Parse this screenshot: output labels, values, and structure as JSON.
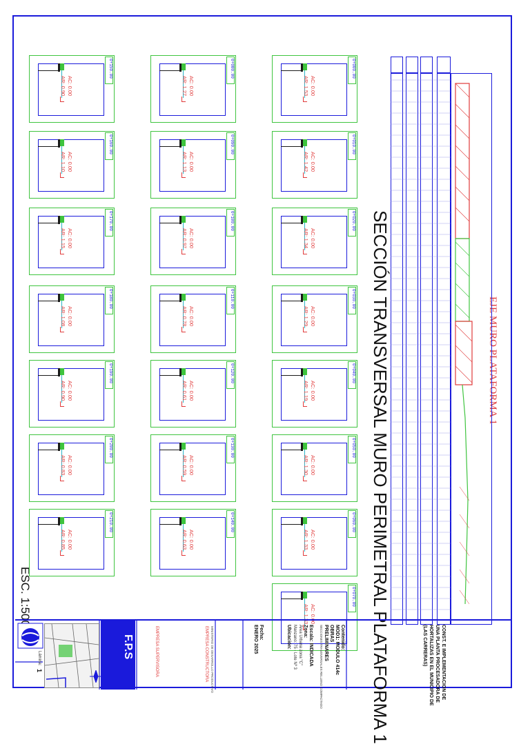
{
  "title": "SECCIÓN TRANSVERSAL MURO PERIMETRAL PLATAFORMA 1",
  "eje_label": "EJE MURO PLATAFORMA 1",
  "scale_label": "ESC. 1:500",
  "colors": {
    "frame": "#1a1adb",
    "cell_border": "#3ec43e",
    "annotation": "#e03a3a",
    "fill": "#3ec43e",
    "cut_hatch": "#e03a3a"
  },
  "sections": [
    {
      "id": "0+000.00",
      "ac": "AC: 0.00",
      "ar": "AR: 1.53"
    },
    {
      "id": "0+010.00",
      "ac": "AC: 0.00",
      "ar": "AR: 1.42"
    },
    {
      "id": "0+020.00",
      "ac": "AC: 0.00",
      "ar": "AR: 1.34"
    },
    {
      "id": "0+030.00",
      "ac": "AC: 0.00",
      "ar": "AR: 1.29"
    },
    {
      "id": "0+040.00",
      "ac": "AC: 0.00",
      "ar": "AR: 1.19"
    },
    {
      "id": "0+050.00",
      "ac": "AC: 0.00",
      "ar": "AR: 1.30"
    },
    {
      "id": "0+060.00",
      "ac": "AC: 0.00",
      "ar": "AR: 1.33"
    },
    {
      "id": "0+070.00",
      "ac": "AC: 0.00",
      "ar": "AR: 1.33"
    },
    {
      "id": "0+080.00",
      "ac": "AC: 0.00",
      "ar": "AR: 1.27"
    },
    {
      "id": "0+090.00",
      "ac": "AC: 0.00",
      "ar": "AR: 1.13"
    },
    {
      "id": "0+100.00",
      "ac": "AC: 0.00",
      "ar": "AR: 0.97"
    },
    {
      "id": "0+110.00",
      "ac": "AC: 0.00",
      "ar": "AR: 0.78"
    },
    {
      "id": "0+120.00",
      "ac": "AC: 0.00",
      "ar": "AR: 0.61"
    },
    {
      "id": "0+130.00",
      "ac": "AC: 0.00",
      "ar": "AR: 0.59"
    },
    {
      "id": "0+140.00",
      "ac": "AC: 0.00",
      "ar": "AR: 0.63"
    },
    {
      "id": "0+150.00",
      "ac": "AC: 0.00",
      "ar": "AR: 0.90"
    },
    {
      "id": "0+160.00",
      "ac": "AC: 0.00",
      "ar": "AR: 1.10"
    },
    {
      "id": "0+170.00",
      "ac": "AC: 0.00",
      "ar": "AR: 1.15"
    },
    {
      "id": "0+180.00",
      "ac": "AC: 0.00",
      "ar": "AR: 1.08"
    },
    {
      "id": "0+190.00",
      "ac": "AC: 0.00",
      "ar": "AR: 0.90"
    },
    {
      "id": "0+200.00",
      "ac": "AC: 0.00",
      "ar": "AR: 0.83"
    },
    {
      "id": "0+210.00",
      "ac": "AC: 0.00",
      "ar": "AR: 0.85"
    }
  ],
  "title_block": {
    "project_lines": [
      "CONST. E IMPLEMENTACION DE",
      "UNA PLANTA PROCESADORA DE",
      "HORTALIZAS EN EL MUNICIPIO DE",
      "(LAS CARRERAS)"
    ],
    "contenido_label": "Contenido:",
    "contenido_value": "MOD1: MODULO 414c",
    "obras_label": "OBRAS",
    "obras_value": "PRELIMINARES",
    "obras_note": "SECCIONES TRANSVERSALES RELLENO COMPACTADO",
    "escala_label": "Escala: INDICADA",
    "zona_label": "Zona:",
    "zona_value": "Área Urbana zona \"C\"",
    "ubicacion_label": "Ubicación:",
    "manzano_value": "Manzano: 75 - Lote Nº 3",
    "fecha_label": "Fecha:",
    "fecha_value": "ENERO 2025",
    "empresa_label": "EMPRESA CONSTRUCTORA",
    "empresa_small": "MINISTERIO DE DESARROLLO PRODUCTIVO",
    "empresa_supervisora": "EMPRESA SUPERVISORA",
    "brand": "F.P.S",
    "lamina_label": "Lámina:",
    "lamina_value": "1"
  }
}
